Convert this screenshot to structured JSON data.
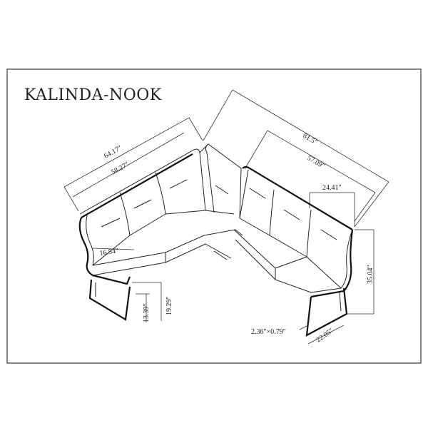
{
  "title": "KALINDA-NOOK",
  "dimensions": {
    "overall_depth": "81.5″",
    "inner_depth": "57.09″",
    "overall_width": "64.17″",
    "inner_width": "58.27″",
    "arm_depth": "24.41″",
    "seat_depth": "16.54″",
    "height": "35.04″",
    "seat_height": "19.29″",
    "leg_height": "13.39″",
    "base_depth": "22.05″",
    "tube_size": "2.36″×0.79″"
  }
}
